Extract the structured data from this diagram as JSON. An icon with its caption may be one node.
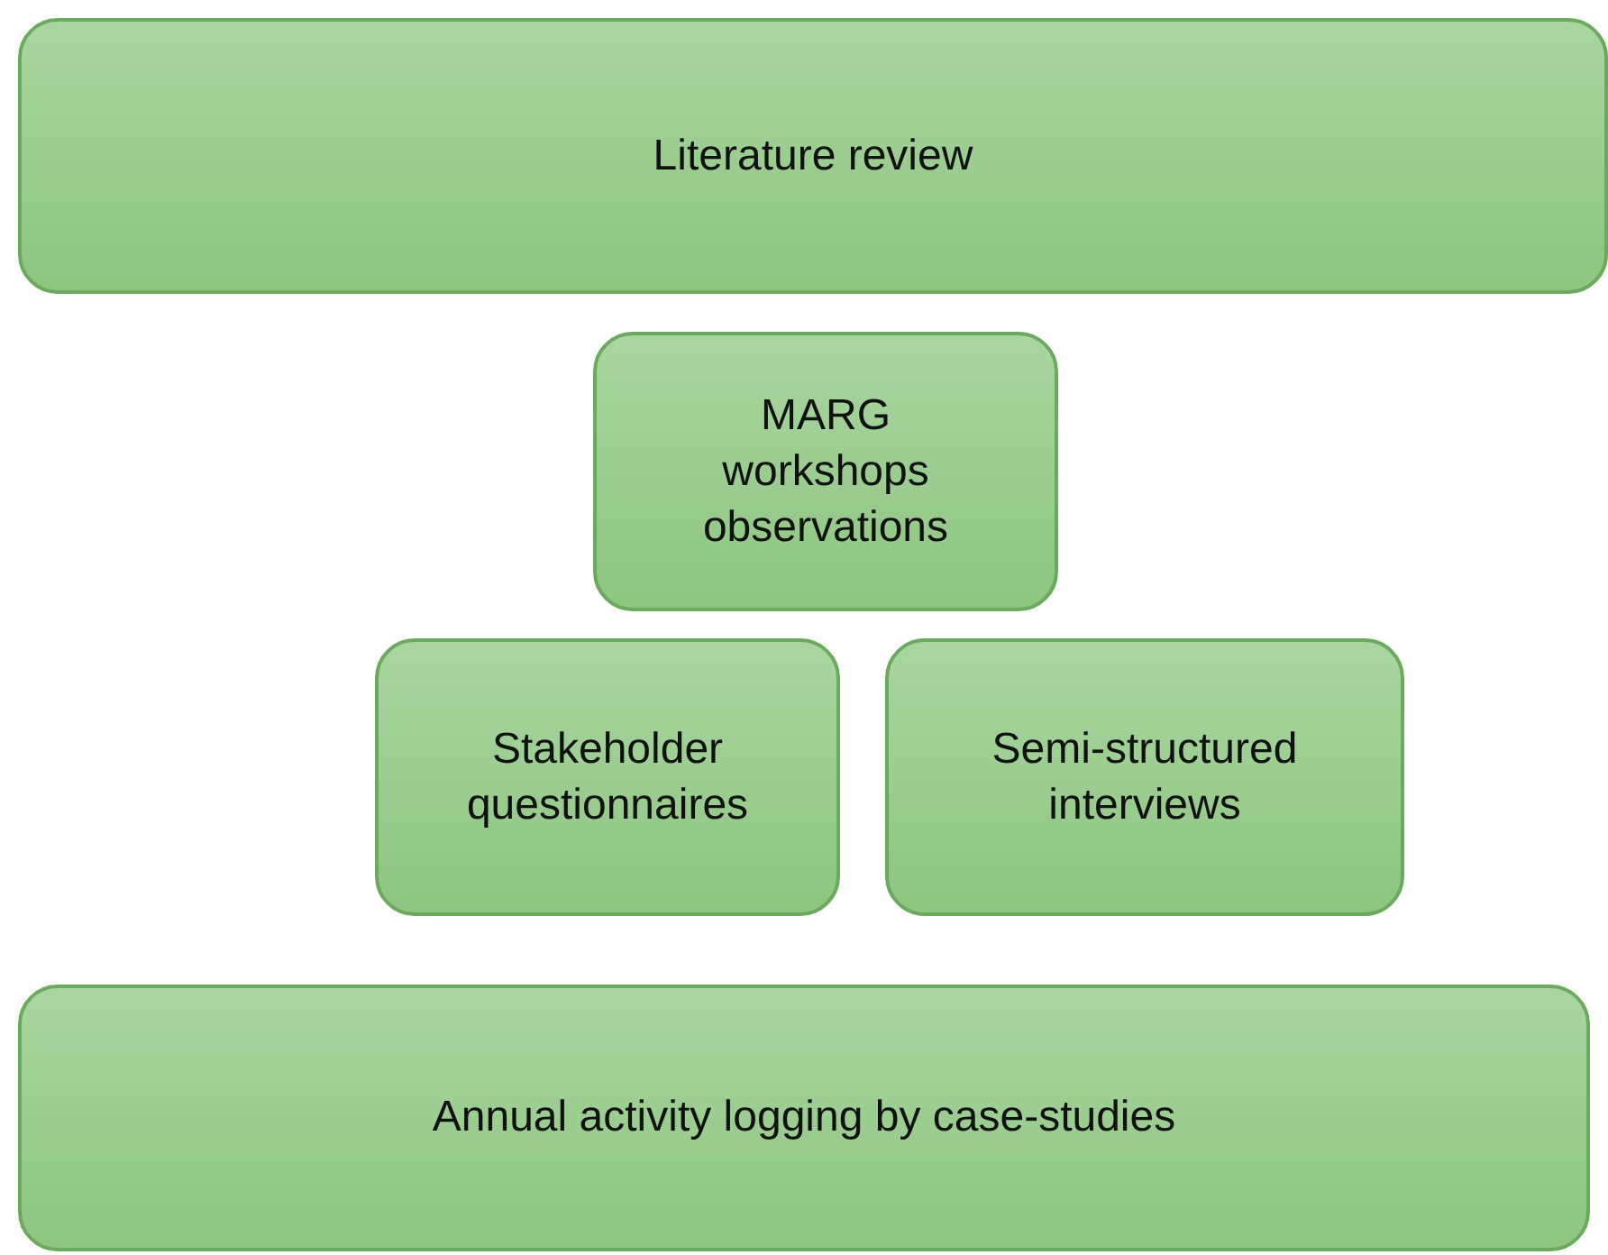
{
  "diagram": {
    "nodes": [
      {
        "text": [
          "Literature review"
        ]
      },
      {
        "text": [
          "MARG workshops observations"
        ]
      },
      {
        "text": [
          "Stakeholder questionnaires"
        ]
      },
      {
        "text": [
          "Semi-structured interviews"
        ]
      },
      {
        "text": [
          "Annual activity logging by case-studies"
        ]
      }
    ]
  }
}
